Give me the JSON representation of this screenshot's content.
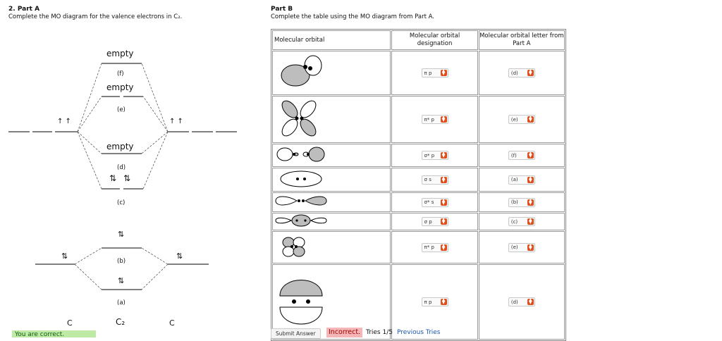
{
  "part_a": {
    "title": "2. Part A",
    "instruction": "Complete the MO diagram for the valence electrons in C₂.",
    "empty_labels": [
      "empty",
      "empty",
      "empty"
    ],
    "level_letters": [
      "(f)",
      "(e)",
      "(d)",
      "(c)",
      "(b)",
      "(a)"
    ],
    "atom_left": "C",
    "molecule": "C₂",
    "atom_right": "C",
    "arrow_up_pair": "↑ ↑",
    "arrow_paired": "⇅",
    "correct_banner": "You are correct."
  },
  "part_b": {
    "title": "Part B",
    "instruction": "Complete the table using the MO diagram from Part A.",
    "headers": [
      "Molecular orbital",
      "Molecular orbital designation",
      "Molecular orbital letter from Part A"
    ],
    "rows": [
      {
        "designation": "π p",
        "letter": "(d)"
      },
      {
        "designation": "π* p",
        "letter": "(e)"
      },
      {
        "designation": "σ* p",
        "letter": "(f)"
      },
      {
        "designation": "σ s",
        "letter": "(a)"
      },
      {
        "designation": "σ* s",
        "letter": "(b)"
      },
      {
        "designation": "σ p",
        "letter": "(c)"
      },
      {
        "designation": "π* p",
        "letter": "(e)"
      },
      {
        "designation": "π p",
        "letter": "(d)"
      }
    ],
    "submit_label": "Submit Answer",
    "feedback": "Incorrect.",
    "tries": "Tries 1/5",
    "previous_tries": "Previous Tries"
  },
  "colors": {
    "accent": "#e04e1c",
    "incorrect_bg": "#f4b6b6",
    "correct_bg": "#bfeaa5",
    "link": "#1a56b0"
  }
}
